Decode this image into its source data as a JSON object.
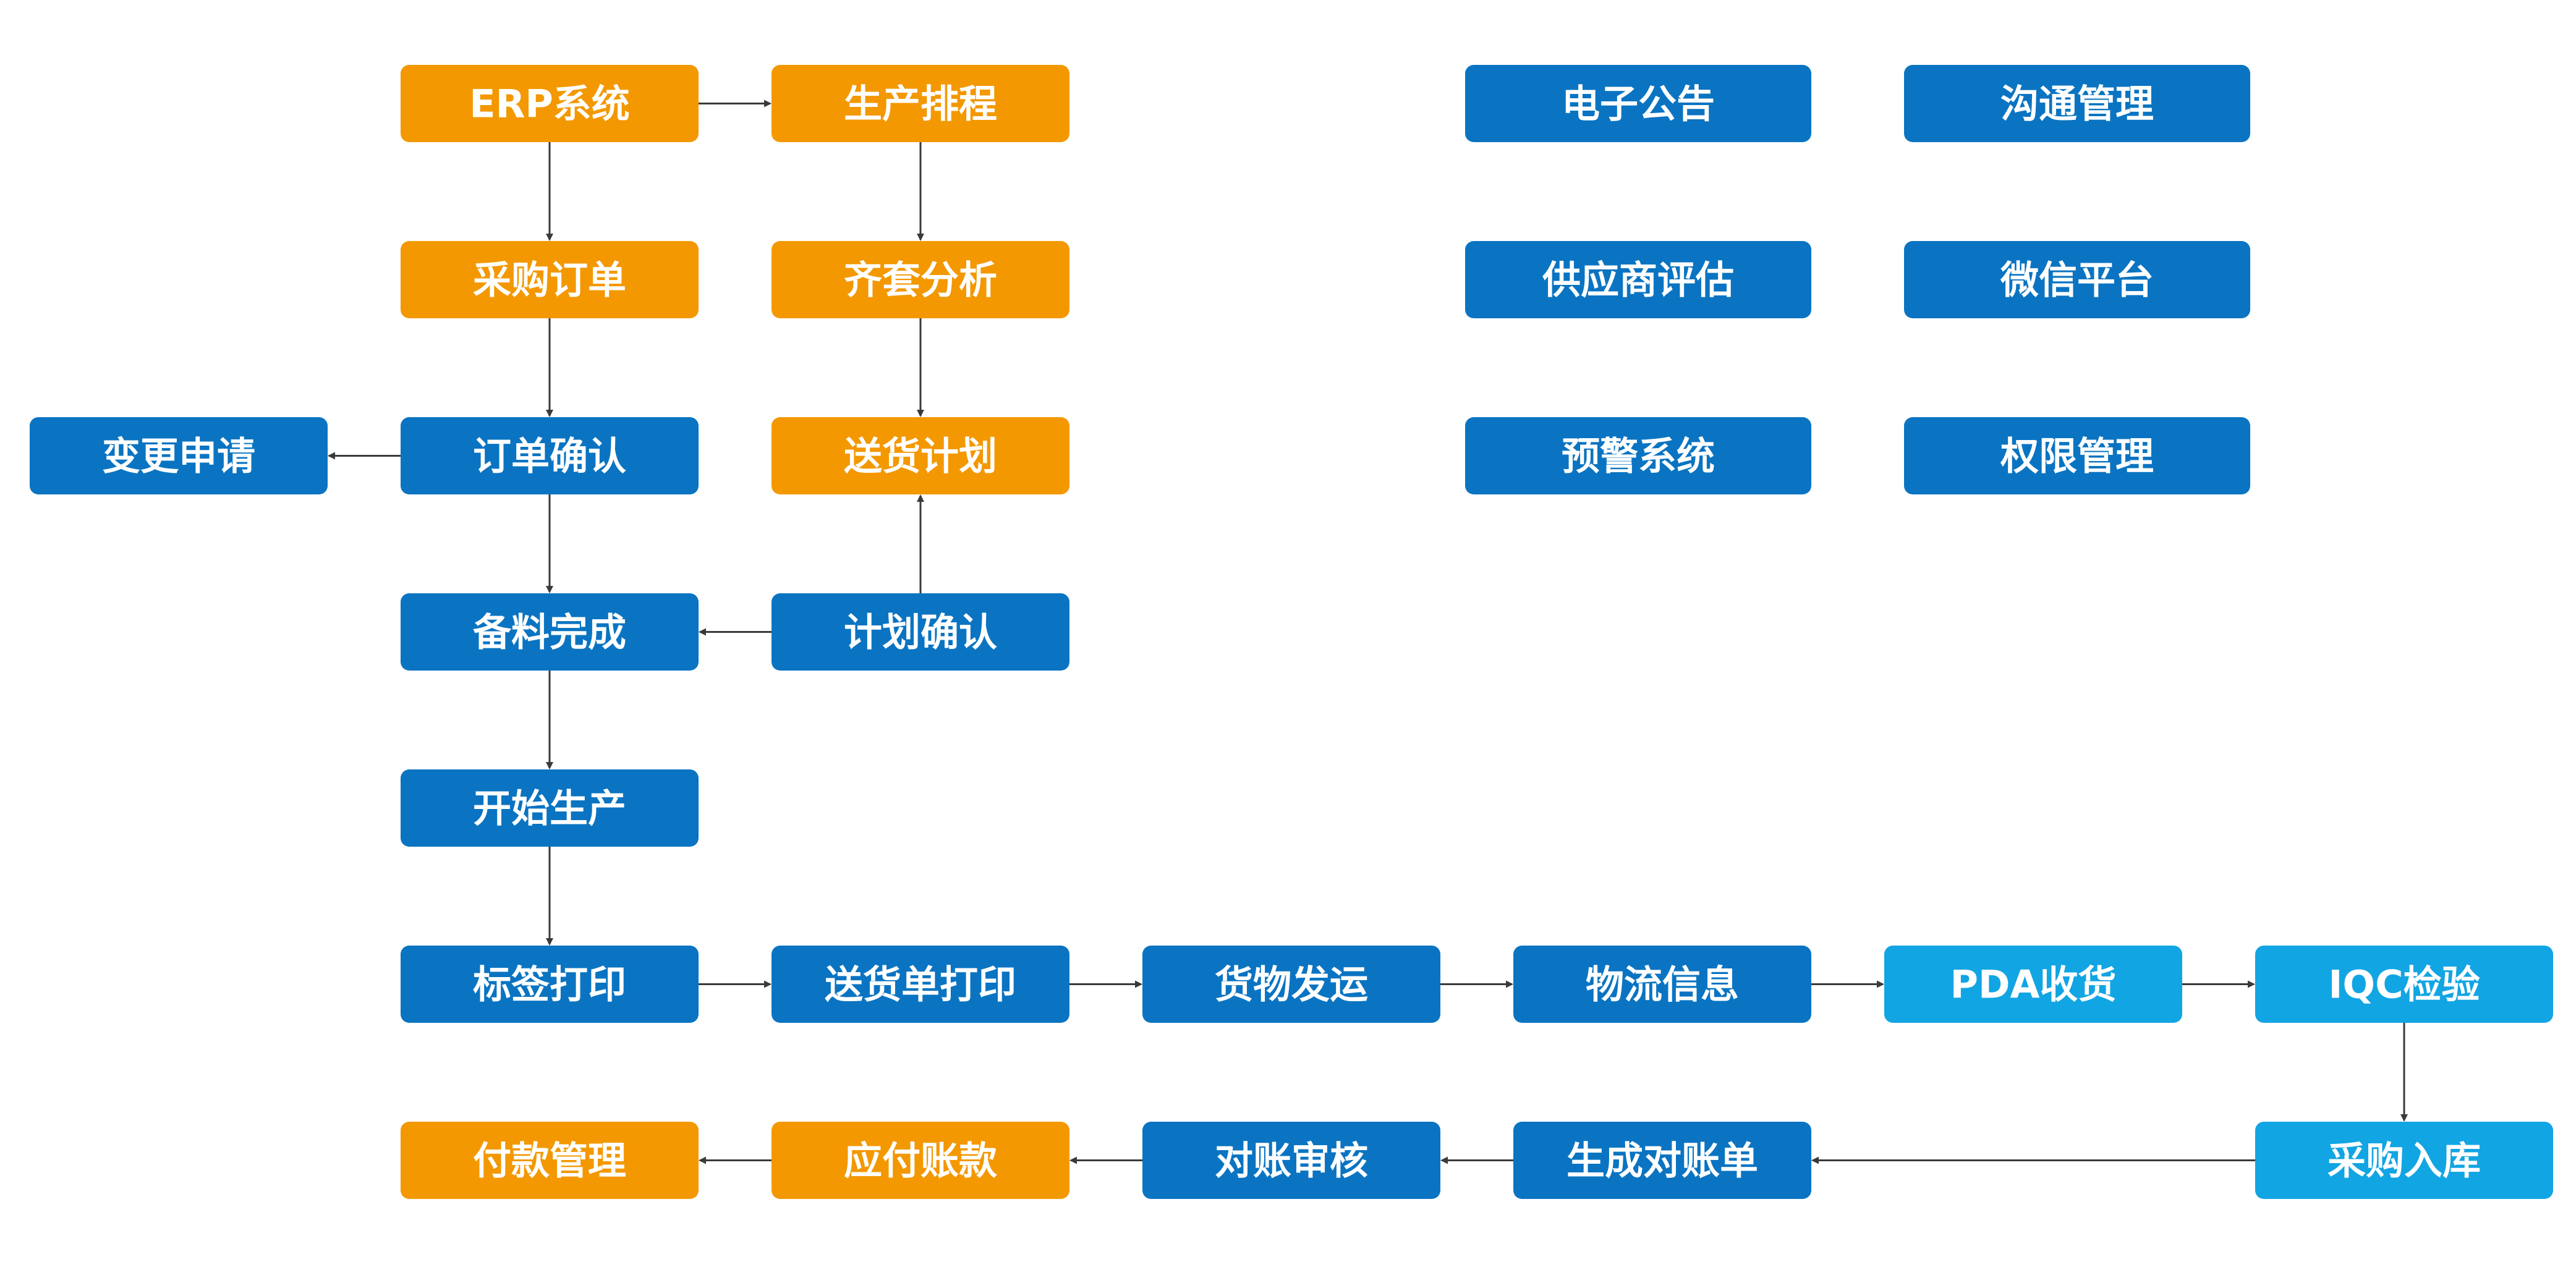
{
  "colors": {
    "orange": "#F39800",
    "blue": "#0A74C2",
    "light_blue": "#12A5E3",
    "text": "#FFFFFF",
    "arrow": "#3A3A3A"
  },
  "nodes": [
    {
      "id": "erp",
      "label": "ERP系统",
      "color": "orange"
    },
    {
      "id": "schedule",
      "label": "生产排程",
      "color": "orange"
    },
    {
      "id": "po",
      "label": "采购订单",
      "color": "orange"
    },
    {
      "id": "kit",
      "label": "齐套分析",
      "color": "orange"
    },
    {
      "id": "delivery_plan",
      "label": "送货计划",
      "color": "orange"
    },
    {
      "id": "change",
      "label": "变更申请",
      "color": "blue"
    },
    {
      "id": "confirm",
      "label": "订单确认",
      "color": "blue"
    },
    {
      "id": "prepared",
      "label": "备料完成",
      "color": "blue"
    },
    {
      "id": "plan_confirm",
      "label": "计划确认",
      "color": "blue"
    },
    {
      "id": "start",
      "label": "开始生产",
      "color": "blue"
    },
    {
      "id": "label_print",
      "label": "标签打印",
      "color": "blue"
    },
    {
      "id": "note_print",
      "label": "送货单打印",
      "color": "blue"
    },
    {
      "id": "ship",
      "label": "货物发运",
      "color": "blue"
    },
    {
      "id": "logistics",
      "label": "物流信息",
      "color": "blue"
    },
    {
      "id": "pda",
      "label": "PDA收货",
      "color": "light_blue"
    },
    {
      "id": "iqc",
      "label": "IQC检验",
      "color": "light_blue"
    },
    {
      "id": "stockin",
      "label": "采购入库",
      "color": "light_blue"
    },
    {
      "id": "statement",
      "label": "生成对账单",
      "color": "blue"
    },
    {
      "id": "audit",
      "label": "对账审核",
      "color": "blue"
    },
    {
      "id": "payable",
      "label": "应付账款",
      "color": "orange"
    },
    {
      "id": "payment",
      "label": "付款管理",
      "color": "orange"
    },
    {
      "id": "notice",
      "label": "电子公告",
      "color": "blue"
    },
    {
      "id": "comm",
      "label": "沟通管理",
      "color": "blue"
    },
    {
      "id": "eval",
      "label": "供应商评估",
      "color": "blue"
    },
    {
      "id": "wechat",
      "label": "微信平台",
      "color": "blue"
    },
    {
      "id": "alert",
      "label": "预警系统",
      "color": "blue"
    },
    {
      "id": "perm",
      "label": "权限管理",
      "color": "blue"
    }
  ],
  "edges": [
    {
      "from": "erp",
      "to": "schedule"
    },
    {
      "from": "erp",
      "to": "po"
    },
    {
      "from": "schedule",
      "to": "kit"
    },
    {
      "from": "kit",
      "to": "delivery_plan"
    },
    {
      "from": "po",
      "to": "confirm"
    },
    {
      "from": "confirm",
      "to": "change"
    },
    {
      "from": "confirm",
      "to": "prepared"
    },
    {
      "from": "plan_confirm",
      "to": "delivery_plan"
    },
    {
      "from": "plan_confirm",
      "to": "prepared"
    },
    {
      "from": "prepared",
      "to": "start"
    },
    {
      "from": "start",
      "to": "label_print"
    },
    {
      "from": "label_print",
      "to": "note_print"
    },
    {
      "from": "note_print",
      "to": "ship"
    },
    {
      "from": "ship",
      "to": "logistics"
    },
    {
      "from": "logistics",
      "to": "pda"
    },
    {
      "from": "pda",
      "to": "iqc"
    },
    {
      "from": "iqc",
      "to": "stockin"
    },
    {
      "from": "stockin",
      "to": "statement"
    },
    {
      "from": "statement",
      "to": "audit"
    },
    {
      "from": "audit",
      "to": "payable"
    },
    {
      "from": "payable",
      "to": "payment"
    }
  ]
}
